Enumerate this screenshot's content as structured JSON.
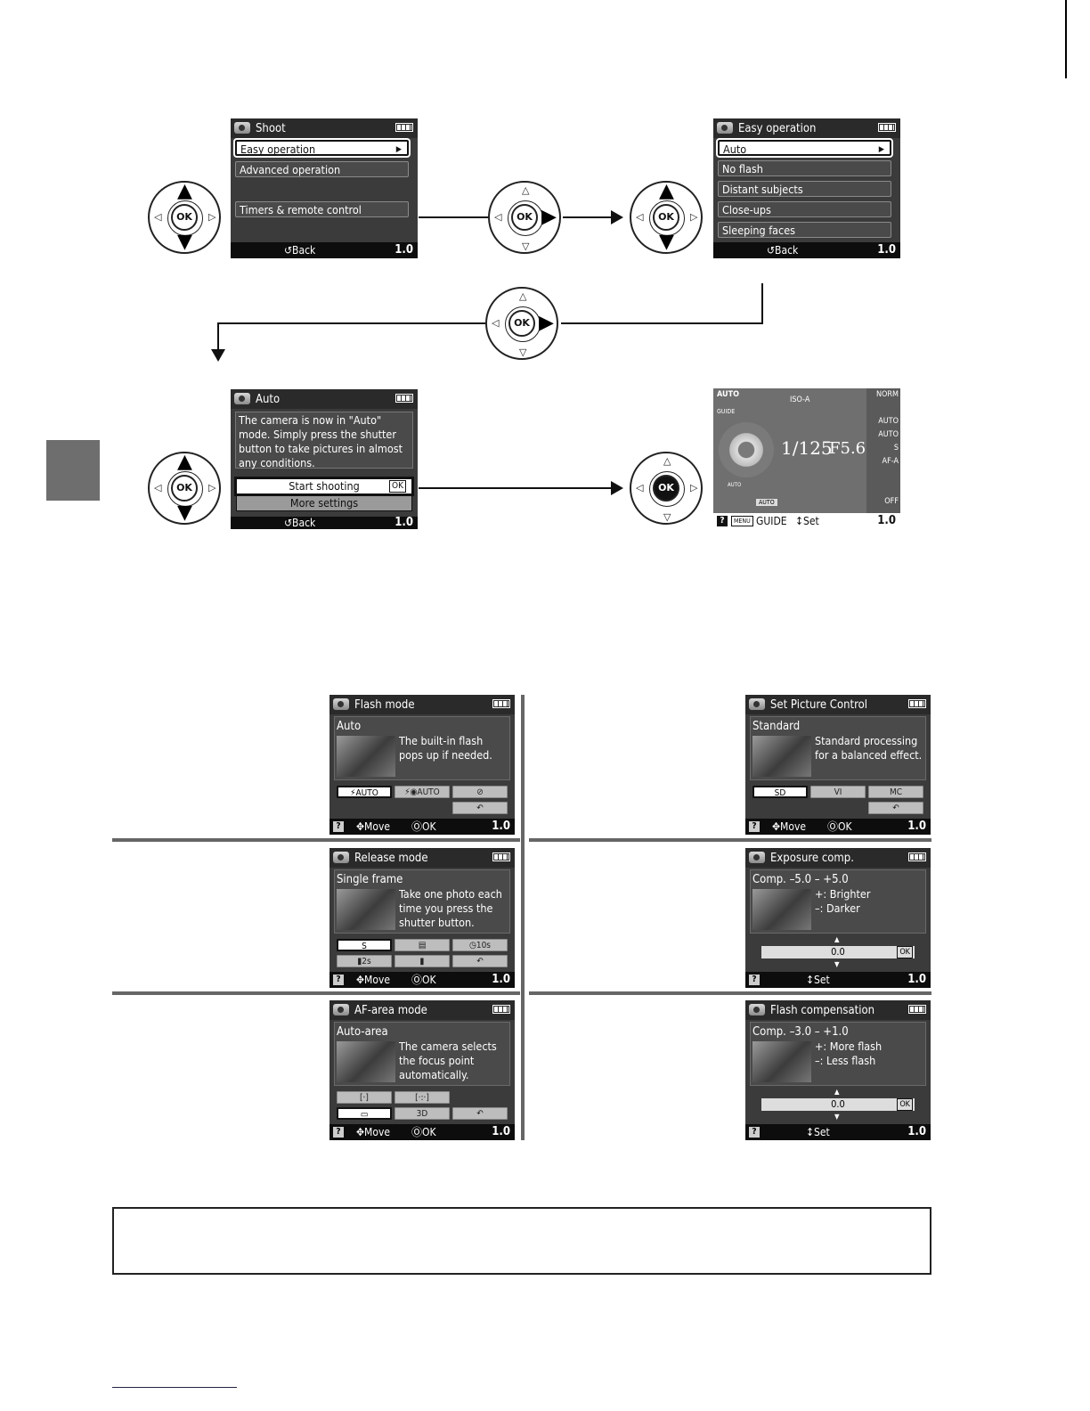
{
  "screens": {
    "shoot": {
      "title": "Shoot",
      "items": [
        "Easy operation",
        "Advanced operation",
        "Timers & remote control"
      ],
      "back": "Back",
      "count": "1.0"
    },
    "easy": {
      "title": "Easy operation",
      "items": [
        "Auto",
        "No flash",
        "Distant subjects",
        "Close-ups",
        "Sleeping faces"
      ],
      "back": "Back",
      "count": "1.0"
    },
    "auto": {
      "title": "Auto",
      "text": "The camera is now in \"Auto\" mode. Simply press the shutter button to take pictures in almost any conditions.",
      "btn_start": "Start shooting",
      "btn_ok": "OK",
      "btn_more": "More settings",
      "back": "Back",
      "count": "1.0"
    },
    "info": {
      "mode": "AUTO",
      "guide": "GUIDE",
      "iso": "ISO-A",
      "shutter": "1/125",
      "aperture": "F5.6",
      "side": [
        "NORM",
        "AUTO",
        "AUTO",
        "S",
        "AF-A",
        "OFF"
      ],
      "flash": "AUTO",
      "menu": "MENU",
      "guide_label": "GUIDE",
      "set": "Set",
      "count": "1.0",
      "af_auto": "AUTO"
    }
  },
  "dpad": {
    "ok": "OK"
  },
  "settings": {
    "flash_mode": {
      "title": "Flash mode",
      "sub": "Auto",
      "desc": "The built-in flash\npops up if needed.",
      "opts": [
        "AUTO",
        "AUTO",
        ""
      ],
      "move": "Move",
      "ok": "OK",
      "count": "1.0"
    },
    "picture_control": {
      "title": "Set Picture Control",
      "sub": "Standard",
      "desc": "Standard processing\nfor a balanced effect.",
      "opts": [
        "SD",
        "VI",
        "MC"
      ],
      "move": "Move",
      "ok": "OK",
      "count": "1.0"
    },
    "release_mode": {
      "title": "Release mode",
      "sub": "Single frame",
      "desc": "Take one photo each\ntime you press the\nshutter button.",
      "opts": [
        "S",
        "",
        "10s",
        "2s",
        ""
      ],
      "move": "Move",
      "ok": "OK",
      "count": "1.0"
    },
    "exposure_comp": {
      "title": "Exposure comp.",
      "sub": "Comp. –5.0 – +5.0",
      "desc": "+: Brighter\n–: Darker",
      "value": "0.0",
      "ok": "OK",
      "set": "Set",
      "count": "1.0"
    },
    "af_area": {
      "title": "AF-area mode",
      "sub": "Auto-area",
      "desc": "The camera selects\nthe focus point\nautomatically.",
      "opts": [
        "[·]",
        "[·:·]",
        "",
        "3D"
      ],
      "move": "Move",
      "ok": "OK",
      "count": "1.0"
    },
    "flash_comp": {
      "title": "Flash compensation",
      "sub": "Comp. –3.0 – +1.0",
      "desc": "+: More flash\n–: Less flash",
      "value": "0.0",
      "ok": "OK",
      "set": "Set",
      "count": "1.0"
    }
  }
}
